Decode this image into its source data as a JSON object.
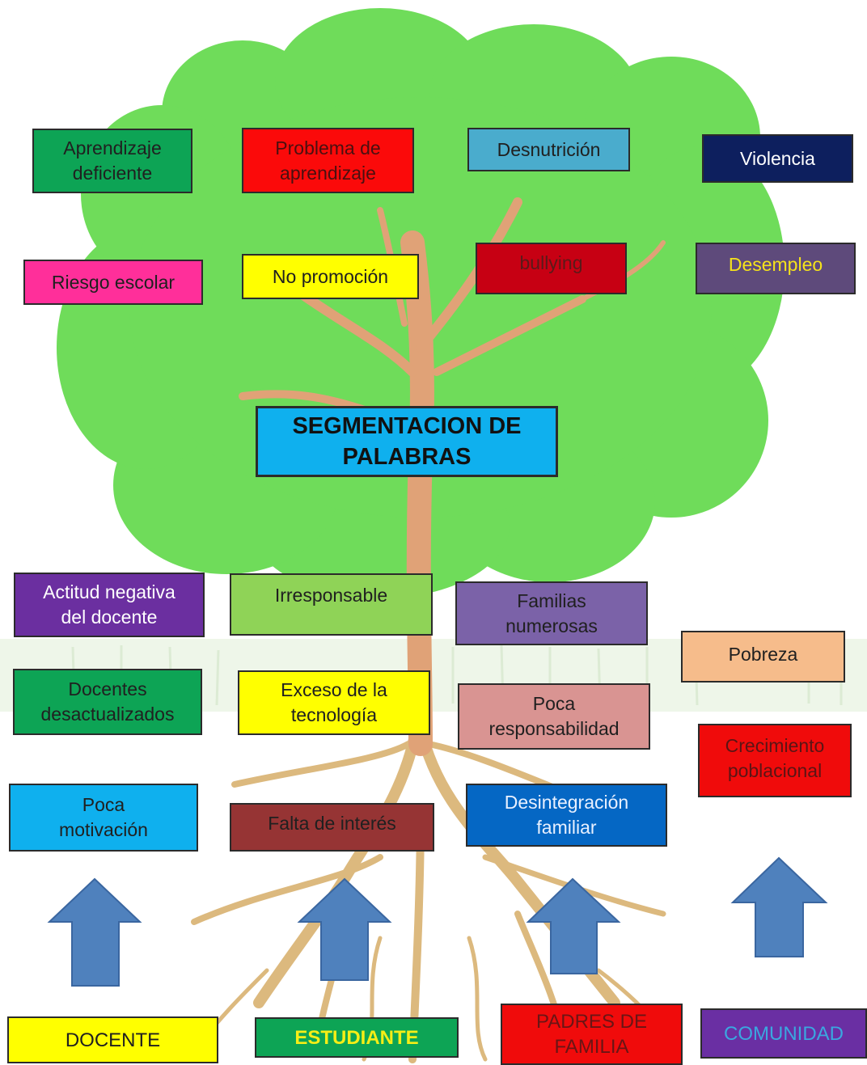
{
  "title": "SEGMENTACION DE\nPALABRAS",
  "effects": [
    {
      "id": "aprendizaje-deficiente",
      "text": "Aprendizaje\ndeficiente",
      "bg": "#0da455",
      "color": "#202020"
    },
    {
      "id": "problema-de-aprendizaje",
      "text": "Problema de\naprendizaje",
      "bg": "#fb0a0a",
      "color": "#4a1010"
    },
    {
      "id": "desnutricion",
      "text": "Desnutrición",
      "bg": "#4aaccd",
      "color": "#202020"
    },
    {
      "id": "violencia",
      "text": "Violencia",
      "bg": "#0d1f5e",
      "color": "#ffffff"
    },
    {
      "id": "riesgo-escolar",
      "text": "Riesgo escolar",
      "bg": "#ff2f9a",
      "color": "#202020"
    },
    {
      "id": "no-promocion",
      "text": "No promoción",
      "bg": "#ffff00",
      "color": "#202020"
    },
    {
      "id": "bullying",
      "text": "bullying",
      "bg": "#c70013",
      "color": "#5a1a1a"
    },
    {
      "id": "desempleo",
      "text": "Desempleo",
      "bg": "#5e4a7b",
      "color": "#f5e21b"
    }
  ],
  "causes": [
    {
      "id": "actitud-negativa",
      "text": "Actitud negativa\ndel docente",
      "bg": "#6b2fa0",
      "color": "#ffffff"
    },
    {
      "id": "irresponsable",
      "text": "Irresponsable",
      "bg": "#8fd357",
      "color": "#202020"
    },
    {
      "id": "familias-numerosas",
      "text": "Familias\nnumerosas",
      "bg": "#7b62a8",
      "color": "#202020"
    },
    {
      "id": "pobreza",
      "text": "Pobreza",
      "bg": "#f6bc8b",
      "color": "#202020"
    },
    {
      "id": "docentes-desactualizados",
      "text": "Docentes\ndesactualizados",
      "bg": "#0da455",
      "color": "#202020"
    },
    {
      "id": "exceso-tecnologia",
      "text": "Exceso de la\ntecnología",
      "bg": "#ffff00",
      "color": "#202020"
    },
    {
      "id": "poca-responsabilidad",
      "text": "Poca\nresponsabilidad",
      "bg": "#d99492",
      "color": "#202020"
    },
    {
      "id": "crecimiento-poblacional",
      "text": "Crecimiento\npoblacional",
      "bg": "#f00b0b",
      "color": "#5a1515"
    },
    {
      "id": "poca-motivacion",
      "text": "Poca\nmotivación",
      "bg": "#0fb0ee",
      "color": "#202020"
    },
    {
      "id": "falta-de-interes",
      "text": "Falta de interés",
      "bg": "#963434",
      "color": "#202020"
    },
    {
      "id": "desintegracion-familiar",
      "text": "Desintegración\nfamiliar",
      "bg": "#0567c4",
      "color": "#e8f0ff"
    }
  ],
  "actors": [
    {
      "id": "docente",
      "text": "DOCENTE",
      "bg": "#ffff00",
      "color": "#202020"
    },
    {
      "id": "estudiante",
      "text": "ESTUDIANTE",
      "bg": "#0da455",
      "color": "#f5ee16"
    },
    {
      "id": "padres-de-familia",
      "text": "PADRES DE\nFAMILIA",
      "bg": "#f00b0b",
      "color": "#6a1515"
    },
    {
      "id": "comunidad",
      "text": "COMUNIDAD",
      "bg": "#6a2fa3",
      "color": "#3aa7e0"
    }
  ],
  "colors": {
    "foliage": "#6fdc5a",
    "trunk": "#e0a277",
    "roots": "#dcb97e",
    "arrow": "#4f81bd",
    "arrow_border": "#3a66a0",
    "title_box": "#0fb0ee"
  }
}
